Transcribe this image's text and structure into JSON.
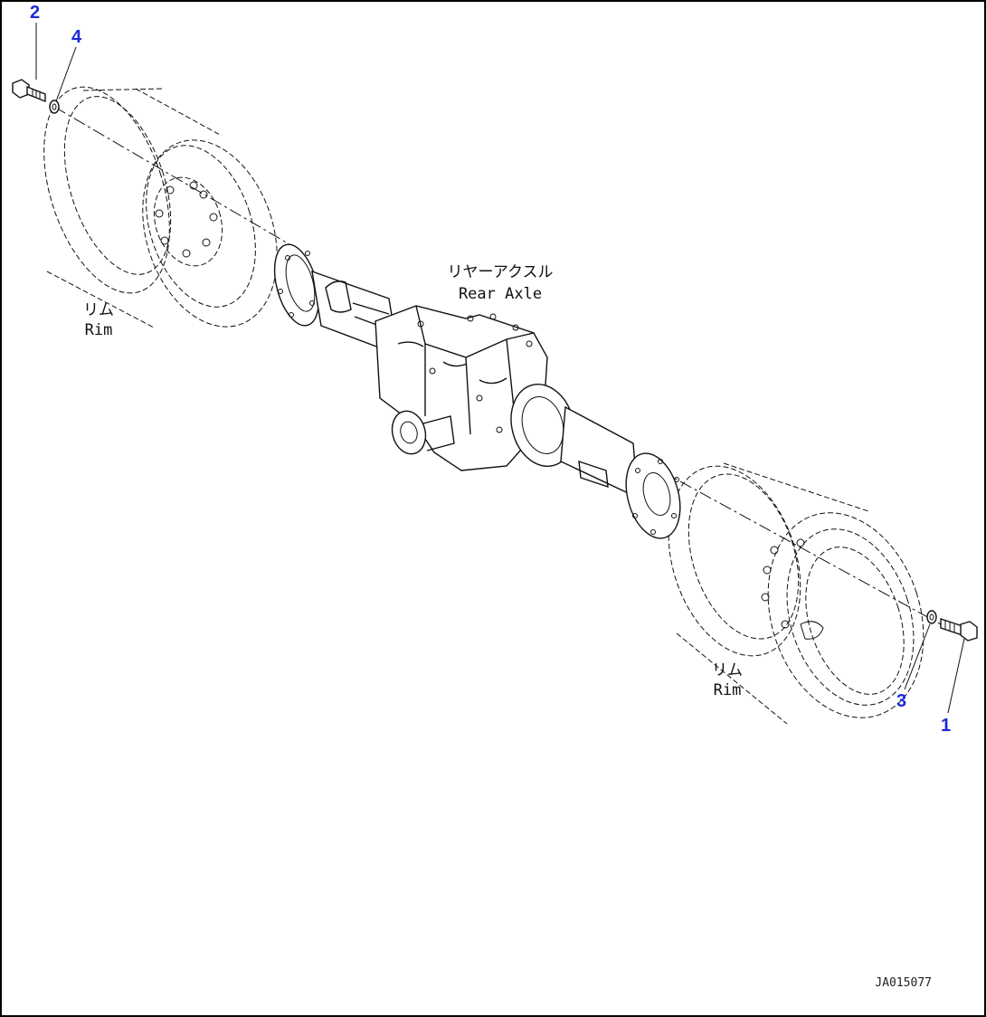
{
  "callouts": {
    "c1": "1",
    "c2": "2",
    "c3": "3",
    "c4": "4"
  },
  "labels": {
    "rim_left_jp": "リム",
    "rim_left_en": "Rim",
    "axle_jp": "リヤーアクスル",
    "axle_en": "Rear Axle",
    "rim_right_jp": "リム",
    "rim_right_en": "Rim"
  },
  "drawing_id": "JA015077",
  "colors": {
    "callout": "#1a2bd6",
    "line": "#111111"
  }
}
